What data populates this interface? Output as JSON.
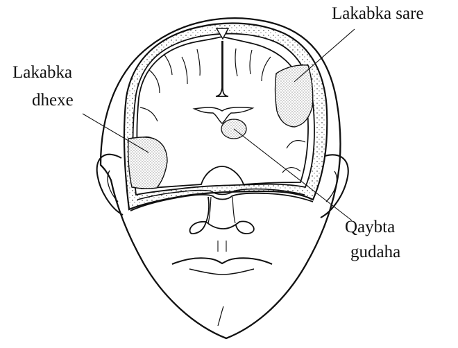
{
  "labels": {
    "upper_layer": "Lakabka sare",
    "middle_layer_line1": "Lakabka",
    "middle_layer_line2": "dhexe",
    "inner_part_line1": "Qaybta",
    "inner_part_line2": "gudaha"
  },
  "colors": {
    "line": "#111111",
    "shade": "#bdbdbd",
    "background": "#ffffff"
  }
}
